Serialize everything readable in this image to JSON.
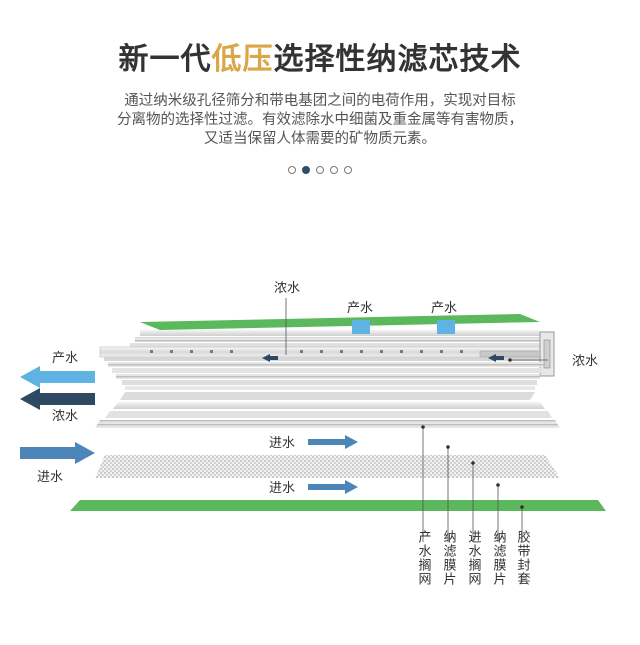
{
  "header": {
    "title_prefix": "新一代",
    "title_highlight": "低压",
    "title_suffix": "选择性纳滤芯技术",
    "title_highlight_color": "#d9a648",
    "description_lines": [
      "通过纳米级孔径筛分和带电基团之间的电荷作用，实现对目标",
      "分离物的选择性过滤。有效滤除水中细菌及重金属等有害物质，",
      "又适当保留人体需要的矿物质元素。"
    ]
  },
  "carousel": {
    "dot_count": 5,
    "active_index": 1
  },
  "diagram": {
    "flow_labels": {
      "concentrate_top": "浓水",
      "product_1": "产水",
      "product_2": "产水",
      "concentrate_right": "浓水",
      "product_out": "产水",
      "concentrate_out": "浓水",
      "feed_in": "进水",
      "feed_arrow_1": "进水",
      "feed_arrow_2": "进水"
    },
    "component_labels": [
      "产水搁网",
      "纳滤膜片",
      "进水搁网",
      "纳滤膜片",
      "胶带封套"
    ],
    "colors": {
      "light_blue": "#5fb3e3",
      "dark_blue": "#2e4a63",
      "mid_blue": "#4c86b8",
      "green": "#5cb85c"
    }
  }
}
